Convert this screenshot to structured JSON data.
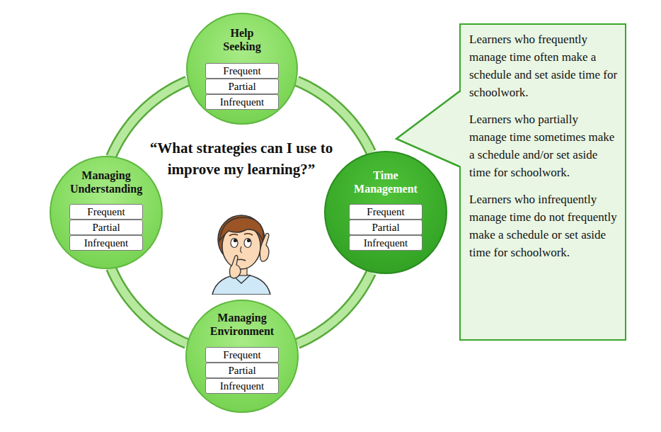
{
  "diagram": {
    "nodes": [
      {
        "text": [
          "Help Seeking"
        ]
      },
      {
        "text": [
          "Frequent"
        ],
        "in": 0
      },
      {
        "text": [
          "Partial"
        ],
        "in": 0
      },
      {
        "text": [
          "Infrequent"
        ],
        "in": 0
      },
      {
        "text": [
          "Managing Understanding"
        ]
      },
      {
        "text": [
          "Frequent"
        ],
        "in": 4
      },
      {
        "text": [
          "Partial"
        ],
        "in": 4
      },
      {
        "text": [
          "Infrequent"
        ],
        "in": 4
      },
      {
        "text": [
          "Time Management"
        ]
      },
      {
        "text": [
          "Frequent"
        ],
        "in": 8
      },
      {
        "text": [
          "Partial"
        ],
        "in": 8
      },
      {
        "text": [
          "Infrequent"
        ],
        "in": 8
      },
      {
        "text": [
          "Learners who frequently manage time often make a schedule and set aside time for schoolwork.",
          "Learners who partially manage time sometimes make a schedule and/or set aside time for schoolwork.",
          "Learners who infrequently manage time do not frequently make a schedule or set aside time for schoolwork."
        ]
      },
      {
        "text": [
          "Managing Environment"
        ]
      },
      {
        "text": [
          "Frequent"
        ],
        "in": 13
      },
      {
        "text": [
          "Partial"
        ],
        "in": 13
      },
      {
        "text": [
          "Infrequent"
        ],
        "in": 13
      }
    ],
    "edges": [
      {
        "from": 0,
        "to": 8,
        "arrow": "none"
      },
      {
        "from": 8,
        "to": 13,
        "arrow": "none"
      },
      {
        "from": 13,
        "to": 4,
        "arrow": "none"
      },
      {
        "from": 4,
        "to": 0,
        "arrow": "none"
      }
    ],
    "labels": [
      "“What strategies can I use to improve my learning?”"
    ]
  }
}
